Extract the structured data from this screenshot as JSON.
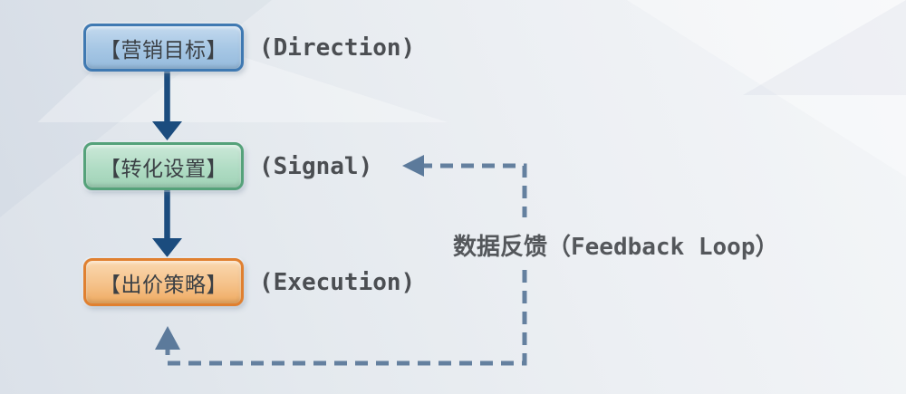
{
  "diagram": {
    "title": "marketing-optimization-flow",
    "nodes": [
      {
        "label": "【营销目标】",
        "annotation": "(Direction)",
        "theme": "blue"
      },
      {
        "label": "【转化设置】",
        "annotation": "(Signal)",
        "theme": "green"
      },
      {
        "label": "【出价策略】",
        "annotation": "(Execution)",
        "theme": "orange"
      }
    ],
    "feedback_label": "数据反馈（Feedback Loop）",
    "colors": {
      "background": "#e8ecf0",
      "blue_fill": "#a5c6e4",
      "blue_border": "#3f79b2",
      "green_fill": "#b0dcc4",
      "green_border": "#55a27a",
      "orange_fill": "#f5c28a",
      "orange_border": "#e08030",
      "solid_arrow": "#1b4c7e",
      "dashed_line": "#64809f",
      "dashed_arrowhead": "#5c7a9b",
      "annotation_text": "#4b4e52",
      "node_text": "#3b4045"
    }
  }
}
